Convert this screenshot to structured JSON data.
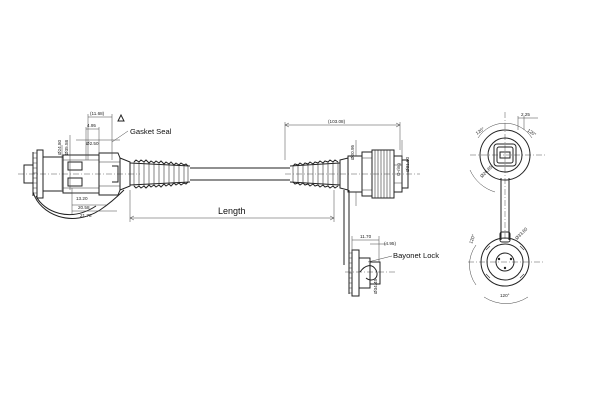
{
  "labels": {
    "gasket_seal": "Gasket Seal",
    "length": "Length",
    "bayonet_lock": "Bayonet Lock"
  },
  "dimensions": {
    "d_11_68": "(11.68)",
    "d_4_95_top": "4.95",
    "d_2_50": "Ø2.50",
    "d_24_80": "Ø24.80",
    "d_35_58": "Ø35.58",
    "d_13_20": "13.20",
    "d_20_58": "20.58",
    "d_21_78": "21.78",
    "d_103_08": "(103.08)",
    "d_20_95": "Ø20.95",
    "d_31_60": "Ø31.60",
    "d_o_ring": "O-ring",
    "d_11_70": "11.70",
    "d_4_95_low": "(4.95)",
    "d_34_45": "Ø34.45",
    "d_2_25": "2.25",
    "d_120_a": "120°",
    "d_120_b": "120°",
    "d_26_85": "Ø26.85",
    "d_120_c": "120°",
    "d_33_60": "Ø33.60",
    "d_120_d": "120°"
  }
}
